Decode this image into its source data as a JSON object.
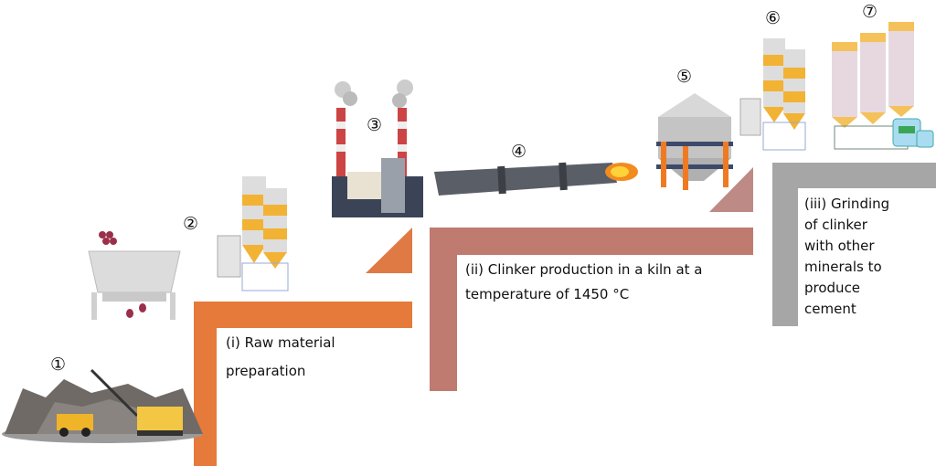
{
  "stages": [
    {
      "label": "(i) Raw material preparation",
      "line1": "(i) Raw material",
      "line2": "preparation",
      "color": "#E67A3A"
    },
    {
      "label": "(ii) Clinker production in a kiln at a temperature of 1450 °C",
      "line1": "(ii) Clinker production in a kiln at a",
      "line2": "temperature of 1450 °C",
      "color": "#C07B70"
    },
    {
      "label": "(iii) Grinding of clinker with other minerals to produce cement",
      "lines": [
        "(iii) Grinding",
        "of clinker",
        "with other",
        "minerals to",
        "produce",
        "cement"
      ],
      "color": "#A6A6A6"
    }
  ],
  "steps": [
    {
      "marker": "①",
      "icon": "mining-quarry"
    },
    {
      "marker": "②",
      "icon": "raw-mill-silos"
    },
    {
      "marker": "③",
      "icon": "preheater-plant"
    },
    {
      "marker": "④",
      "icon": "rotary-kiln"
    },
    {
      "marker": "⑤",
      "icon": "clinker-cooler-silo"
    },
    {
      "marker": "⑥",
      "icon": "cement-mill-silos"
    },
    {
      "marker": "⑦",
      "icon": "cement-silos-bags"
    }
  ],
  "crusher_icon": "crusher"
}
